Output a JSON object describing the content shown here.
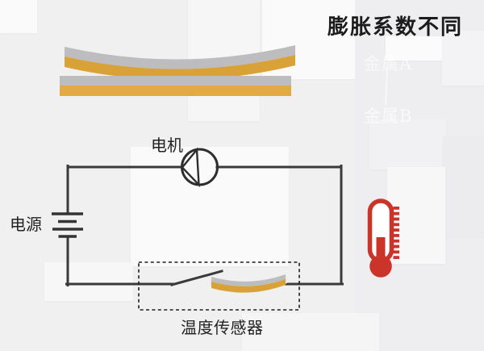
{
  "scene": {
    "title": "膨胀系数不同",
    "strip_legend": {
      "metal_a": "金属A",
      "metal_b": "金属B"
    },
    "circuit": {
      "motor_label": "电机",
      "power_label": "电源",
      "sensor_label": "温度传感器"
    }
  },
  "icons": {
    "motor_pump_icon": "circle-with-left-triangle",
    "battery_icon": "four-plate-battery-lines",
    "switch_lever_icon": "angled-open-switch-line",
    "thermometer_icon": "red-bulb-thermometer-with-tick-scale",
    "bimetal_strip_icon": "silver-over-gold-curved-strip"
  },
  "colors": {
    "gold": "#d9a238",
    "gold_light": "#e0ab42",
    "silver": "#bdbdc0",
    "wire": "#3a3a3a",
    "red": "#cb3429",
    "ink": "#222222"
  }
}
